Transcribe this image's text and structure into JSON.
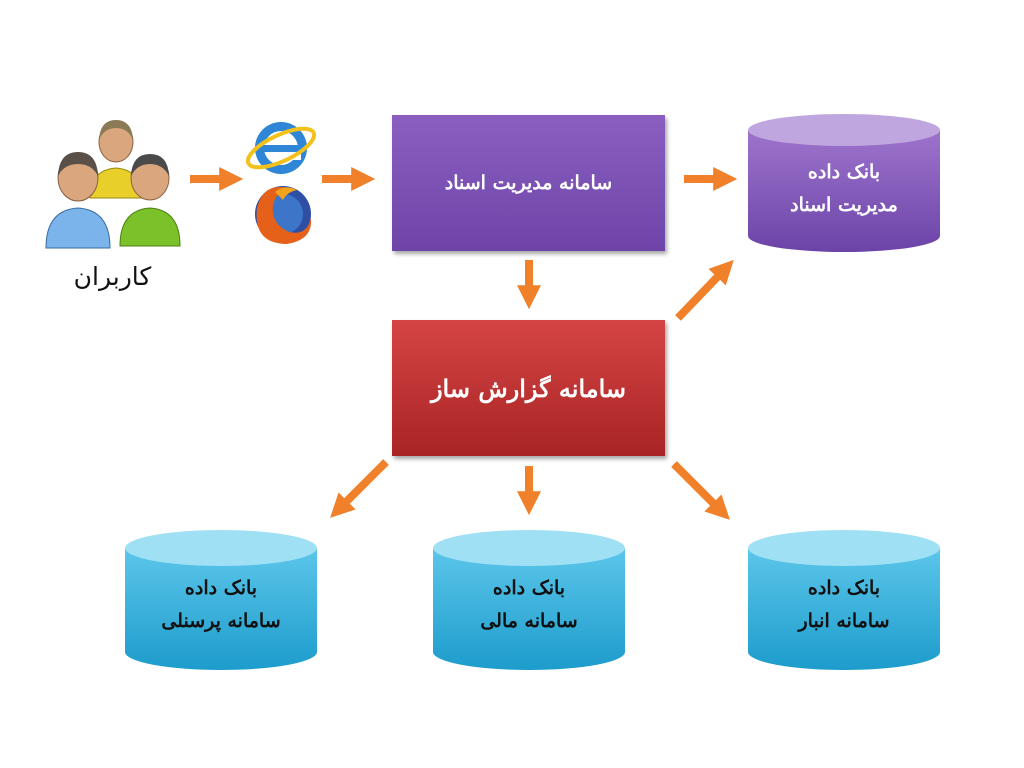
{
  "users": {
    "label": "کاربران"
  },
  "docs_system": {
    "label": "سامانه مدیریت اسناد"
  },
  "report_system": {
    "label": "سامانه گزارش ساز"
  },
  "databases": {
    "docs": {
      "line1": "بانک داده",
      "line2": "مدیریت اسناد"
    },
    "personnel": {
      "line1": "بانک داده",
      "line2": "سامانه پرسنلی"
    },
    "finance": {
      "line1": "بانک داده",
      "line2": "سامانه مالی"
    },
    "warehouse": {
      "line1": "بانک داده",
      "line2": "سامانه انبار"
    }
  },
  "colors": {
    "arrow": "#f0802a",
    "docs_box": "#7a52b6",
    "report_box": "#c23434",
    "docs_db": "#8a5fc0",
    "system_db": "#29aed8"
  }
}
